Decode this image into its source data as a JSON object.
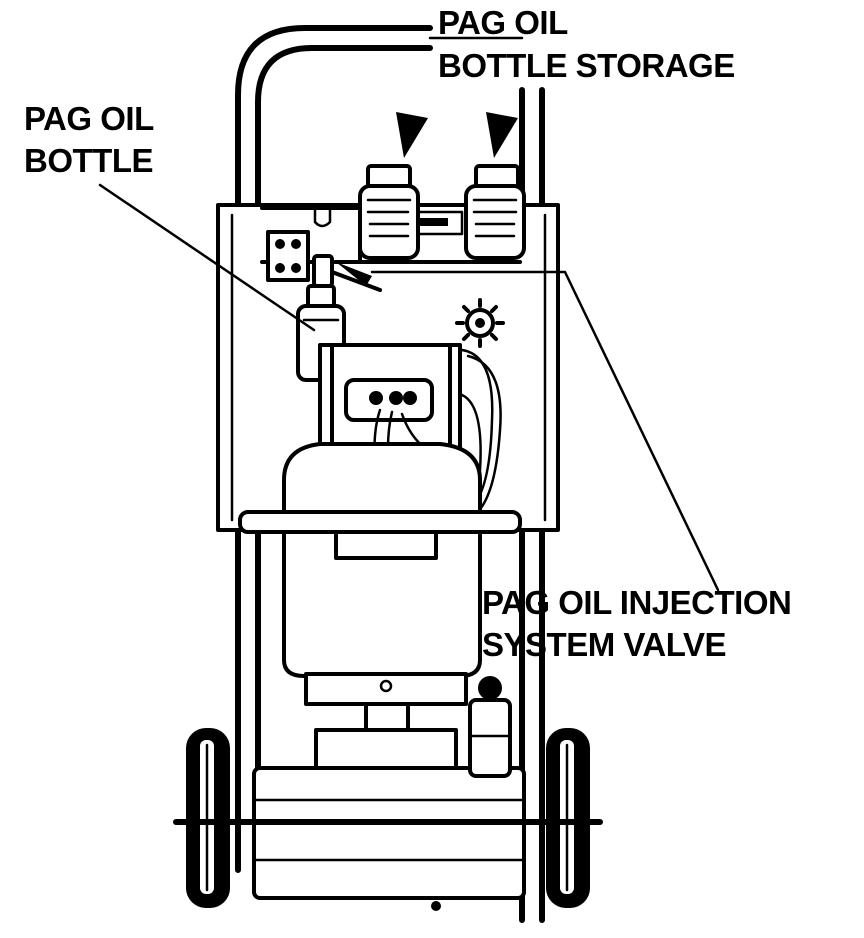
{
  "labels": {
    "bottle_storage": [
      "PAG OIL",
      "BOTTLE STORAGE"
    ],
    "bottle": [
      "PAG OIL",
      "BOTTLE"
    ],
    "injection_valve": [
      "PAG OIL INJECTION",
      "SYSTEM VALVE"
    ]
  },
  "colors": {
    "ink": "#000000",
    "paper": "#ffffff"
  }
}
